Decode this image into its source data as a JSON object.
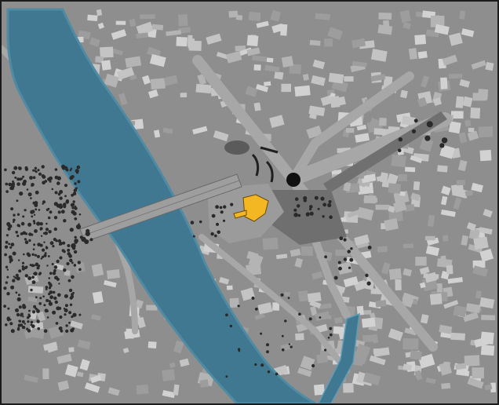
{
  "map": {
    "type": "urban site plan (grayscale aerial model)",
    "colors": {
      "background": "#8e8e8e",
      "river": "#3f7890",
      "river_edge": "#4f8ba3",
      "road": "#a9a9a9",
      "road_dark": "#6e6e6e",
      "building_light": "#d2d2d2",
      "building_mid": "#b4b4b4",
      "tree": "#2a2a2a",
      "highlight": "#f2b722",
      "highlight_stroke": "#6a4b00",
      "frame": "#1b1b1b"
    },
    "features": [
      "river",
      "bridge",
      "roundabout",
      "roads",
      "tree-grove",
      "building-blocks",
      "canal",
      "highlighted-site"
    ]
  }
}
